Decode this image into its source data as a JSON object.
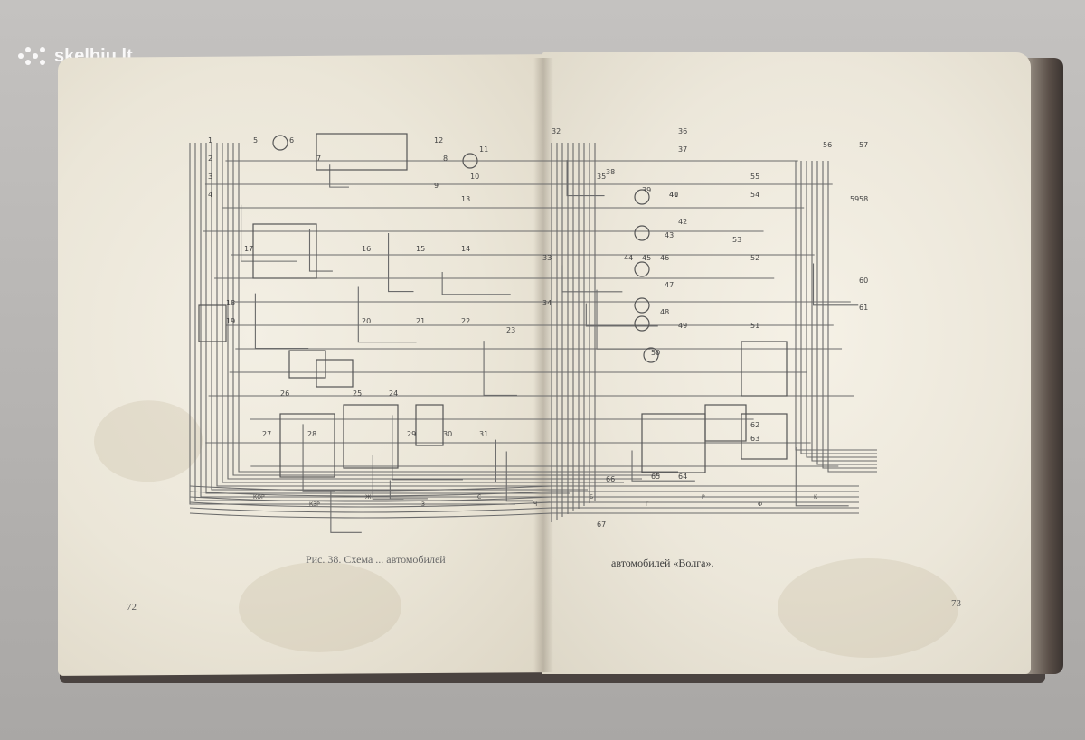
{
  "watermark": {
    "text": "skelbiu.lt",
    "icon": "dots-logo-icon",
    "color": "#ffffff"
  },
  "book": {
    "left_page": {
      "caption": "Рис. 38. Схема ... автомобилей",
      "page_number": "72"
    },
    "right_page": {
      "caption": "автомобилей «Волга».",
      "page_number": "73"
    }
  },
  "diagram_labels": [
    "1",
    "2",
    "3",
    "4",
    "5",
    "6",
    "7",
    "8",
    "9",
    "10",
    "11",
    "12",
    "13",
    "14",
    "15",
    "16",
    "17",
    "18",
    "19",
    "20",
    "21",
    "22",
    "23",
    "24",
    "25",
    "26",
    "27",
    "28",
    "29",
    "30",
    "31",
    "32",
    "33",
    "34",
    "35",
    "36",
    "37",
    "38",
    "39",
    "40",
    "41",
    "42",
    "43",
    "44",
    "45",
    "46",
    "47",
    "48",
    "49",
    "50",
    "51",
    "52",
    "53",
    "54",
    "55",
    "56",
    "57",
    "58",
    "59",
    "60",
    "61",
    "62",
    "63",
    "64",
    "65",
    "66",
    "67"
  ],
  "wire_codes": [
    "КОР",
    "КЗР",
    "Ж",
    "З",
    "С",
    "Ч",
    "Б",
    "Г",
    "Р",
    "Ф",
    "К"
  ],
  "colors": {
    "paper": "#ece7da",
    "ink": "#5a5a5a",
    "background": "#b9b7b5"
  }
}
